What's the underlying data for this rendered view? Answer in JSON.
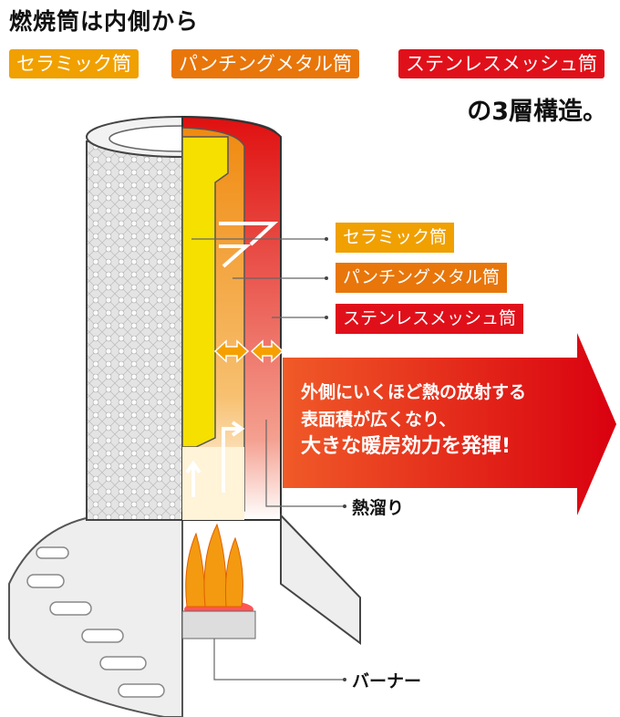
{
  "title": "燃焼筒は内側から",
  "layers": [
    {
      "label": "セラミック筒",
      "color": "#f0a000"
    },
    {
      "label": "パンチングメタル筒",
      "color": "#e8760a"
    },
    {
      "label": "ステンレスメッシュ筒",
      "color": "#e0101a"
    }
  ],
  "subtitle": "の3層構造。",
  "arrow": {
    "lines": [
      "外側にいくほど熱の放射する",
      "表面積が広くなり、",
      "大きな暖房効力を発揮!"
    ]
  },
  "callouts": {
    "heat_pool": "熱溜り",
    "burner": "バーナー"
  }
}
